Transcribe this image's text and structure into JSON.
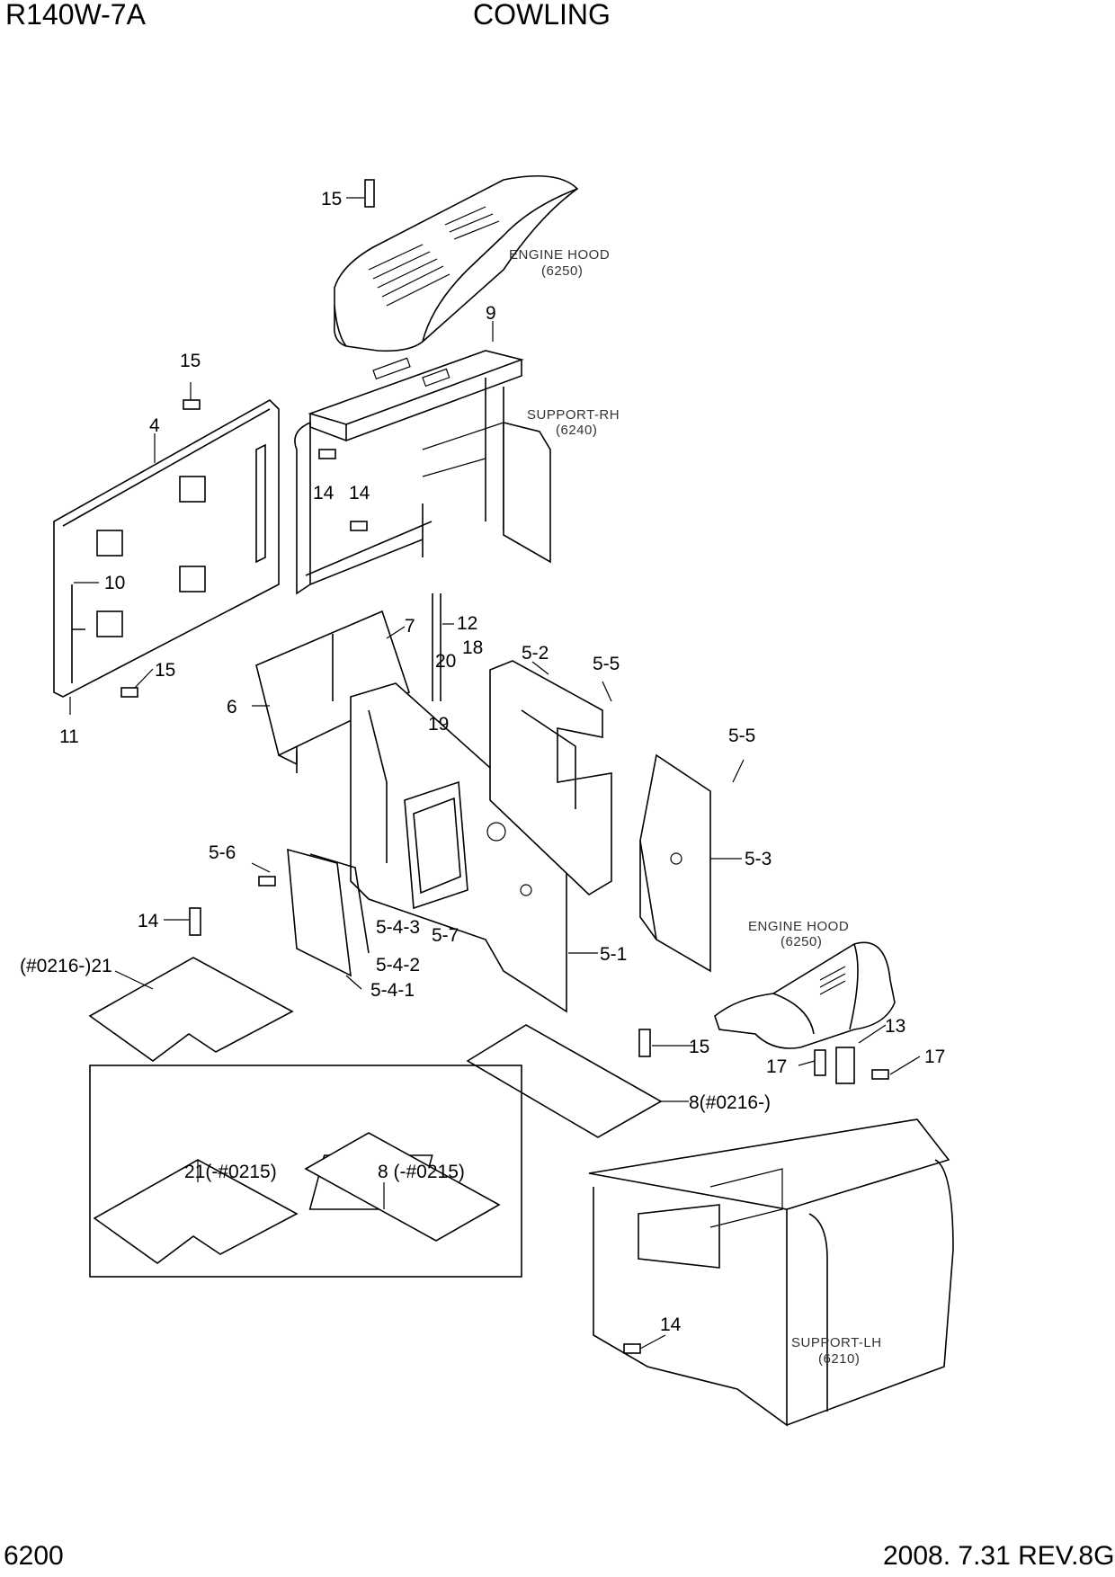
{
  "header": {
    "model": "R140W-7A",
    "title": "COWLING"
  },
  "footer": {
    "page": "6200",
    "date_rev": "2008. 7.31  REV.8G"
  },
  "refs": {
    "engine_hood_top": {
      "name": "ENGINE HOOD",
      "code": "(6250)"
    },
    "support_rh": {
      "name": "SUPPORT-RH",
      "code": "(6240)"
    },
    "engine_hood_bottom": {
      "name": "ENGINE HOOD",
      "code": "(6250)"
    },
    "support_lh": {
      "name": "SUPPORT-LH",
      "code": "(6210)"
    }
  },
  "callouts": {
    "c15a": "15",
    "c9": "9",
    "c15b": "15",
    "c4": "4",
    "c14a": "14",
    "c14b": "14",
    "c10": "10",
    "c15c": "15",
    "c11": "11",
    "c7": "7",
    "c12": "12",
    "c18": "18",
    "c20": "20",
    "c19": "19",
    "c6": "6",
    "c52": "5-2",
    "c55a": "5-5",
    "c55b": "5-5",
    "c56": "5-6",
    "c53": "5-3",
    "c14c": "14",
    "c543": "5-4-3",
    "c57": "5-7",
    "c542": "5-4-2",
    "c51": "5-1",
    "c21new": "(#0216-)21",
    "c541": "5-4-1",
    "c13": "13",
    "c15d": "15",
    "c17a": "17",
    "c17b": "17",
    "c8new": "8(#0216-)",
    "c21old": "21(-#0215)",
    "c8old": "8 (-#0215)",
    "c14d": "14"
  }
}
